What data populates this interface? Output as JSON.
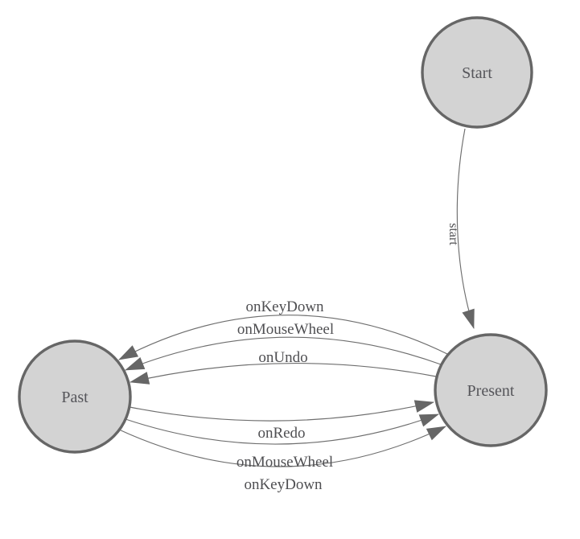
{
  "diagram": {
    "type": "state-machine",
    "background": "#ffffff",
    "colors": {
      "node_fill": "#d3d3d3",
      "node_stroke": "#666666",
      "edge_stroke": "#6e6e6e",
      "arrowhead_fill": "#666666",
      "label_text": "#4f4f52"
    },
    "nodes": [
      {
        "id": "start",
        "label": "Start"
      },
      {
        "id": "present",
        "label": "Present"
      },
      {
        "id": "past",
        "label": "Past"
      }
    ],
    "edges": [
      {
        "from": "Start",
        "to": "Present",
        "label": "start"
      },
      {
        "from": "Present",
        "to": "Past",
        "label": "onKeyDown"
      },
      {
        "from": "Present",
        "to": "Past",
        "label": "onMouseWheel"
      },
      {
        "from": "Present",
        "to": "Past",
        "label": "onUndo"
      },
      {
        "from": "Past",
        "to": "Present",
        "label": "onRedo"
      },
      {
        "from": "Past",
        "to": "Present",
        "label": "onMouseWheel"
      },
      {
        "from": "Past",
        "to": "Present",
        "label": "onKeyDown"
      }
    ]
  }
}
